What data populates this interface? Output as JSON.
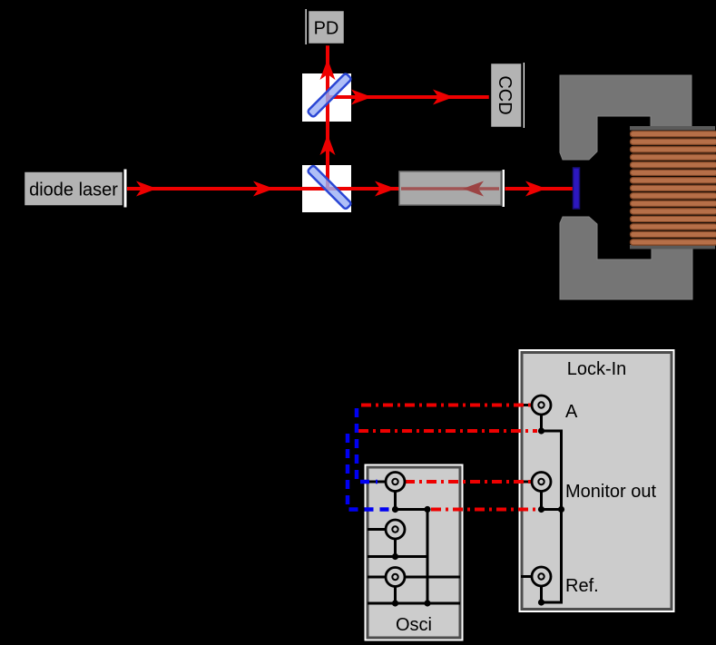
{
  "figure": {
    "background": "#000000",
    "labels": {
      "diode_laser": "diode laser",
      "photodiode": "PD",
      "ccd": "CCD",
      "lockin": "Lock-In",
      "port_a": "A",
      "port_monitor": "Monitor out",
      "port_ref": "Ref.",
      "osci": "Osci"
    },
    "colors": {
      "beam_red": "#ee0000",
      "return_beam_red": "#a05454",
      "return_arrow_red": "#9c4343",
      "cable_red": "#ee0000",
      "cable_blue": "#0000f2",
      "component_gray": "#b3b3b3",
      "panel_gray": "#cccccc",
      "magnet_gray": "#757575",
      "coil_copper": "#b66f48",
      "sample_blue": "#2d18c0",
      "splitter_blue": "#9db1f5"
    }
  }
}
